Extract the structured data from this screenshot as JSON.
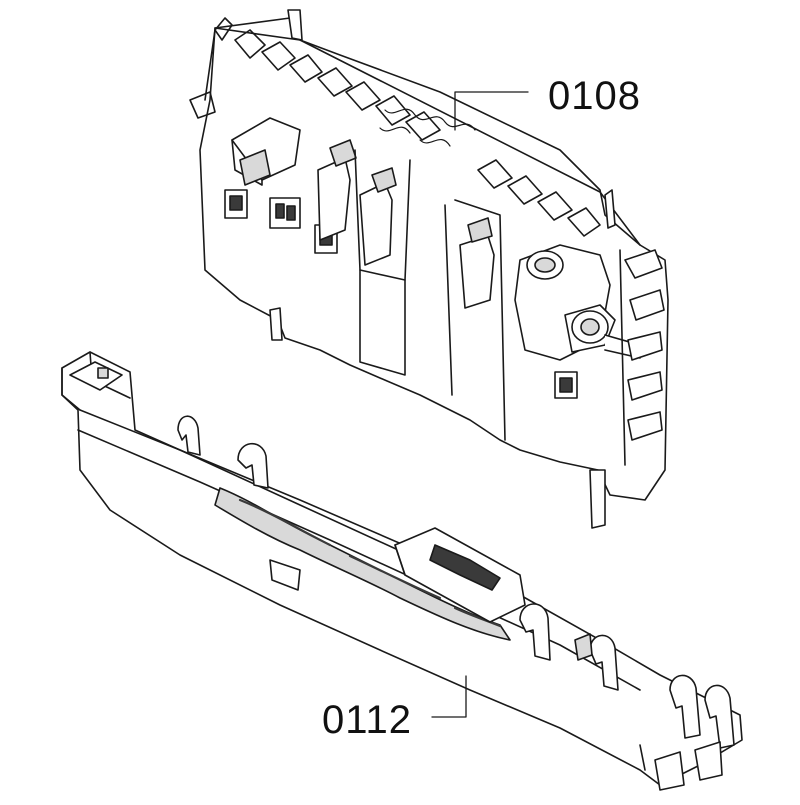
{
  "diagram": {
    "callouts": [
      {
        "id": "0108",
        "text": "0108",
        "part": "electronic-control-module"
      },
      {
        "id": "0112",
        "text": "0112",
        "part": "control-panel-bracket"
      }
    ],
    "colors": {
      "stroke": "#1a1a1a",
      "fill": "#ffffff",
      "shade": "#d9d9d9",
      "dark": "#3a3a3a"
    }
  }
}
